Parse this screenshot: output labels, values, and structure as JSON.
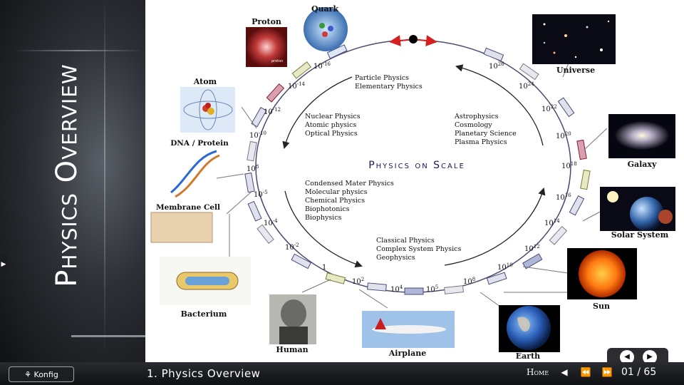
{
  "sidebar": {
    "title": "Physics Overview"
  },
  "slide": {
    "title": "Physics on Scale",
    "top_labels": [
      "Particle Physics",
      "Elementary Physics"
    ],
    "left_upper_labels": [
      "Nuclear Physics",
      "Atomic physics",
      "Optical Physics"
    ],
    "right_labels": [
      "Astrophysics",
      "Cosmology",
      "Planetary Science",
      "Plasma Physics"
    ],
    "left_lower_labels": [
      "Condensed Mater Physics",
      "Molecular physics",
      "Chemical Physics",
      "Biophotonics",
      "Biophysics"
    ],
    "bottom_labels": [
      "Classical Physics",
      "Complex System Physics",
      "Geophysics"
    ],
    "scales": [
      {
        "base": "10",
        "exp": "-16"
      },
      {
        "base": "10",
        "exp": "-14"
      },
      {
        "base": "10",
        "exp": "-12"
      },
      {
        "base": "10",
        "exp": "-10"
      },
      {
        "base": "10",
        "exp": "8"
      },
      {
        "base": "10",
        "exp": "-5"
      },
      {
        "base": "10",
        "exp": "-4"
      },
      {
        "base": "10",
        "exp": "-2"
      },
      {
        "base": "1",
        "exp": ""
      },
      {
        "base": "10",
        "exp": "2"
      },
      {
        "base": "10",
        "exp": "4"
      },
      {
        "base": "10",
        "exp": "5"
      },
      {
        "base": "10",
        "exp": "8"
      },
      {
        "base": "10",
        "exp": "10"
      },
      {
        "base": "10",
        "exp": "12"
      },
      {
        "base": "10",
        "exp": "14"
      },
      {
        "base": "10",
        "exp": "16"
      },
      {
        "base": "10",
        "exp": "18"
      },
      {
        "base": "10",
        "exp": "20"
      },
      {
        "base": "10",
        "exp": "22"
      },
      {
        "base": "10",
        "exp": "24"
      },
      {
        "base": "10",
        "exp": "26"
      }
    ],
    "objects": [
      "Quark",
      "Proton",
      "Atom",
      "DNA / Protein",
      "Membrane Cell",
      "Bacterium",
      "Human",
      "Airplane",
      "Earth",
      "Sun",
      "Solar System",
      "Galaxy",
      "Universe"
    ],
    "proton_caption": "proton",
    "colors": {
      "ring": "#4a4a6e",
      "arrow_red": "#d42020"
    }
  },
  "bottom": {
    "konfig_label": "Konfig",
    "breadcrumb": "1. Physics Overview",
    "home_label": "Home",
    "page_indicator": "01 / 65"
  }
}
